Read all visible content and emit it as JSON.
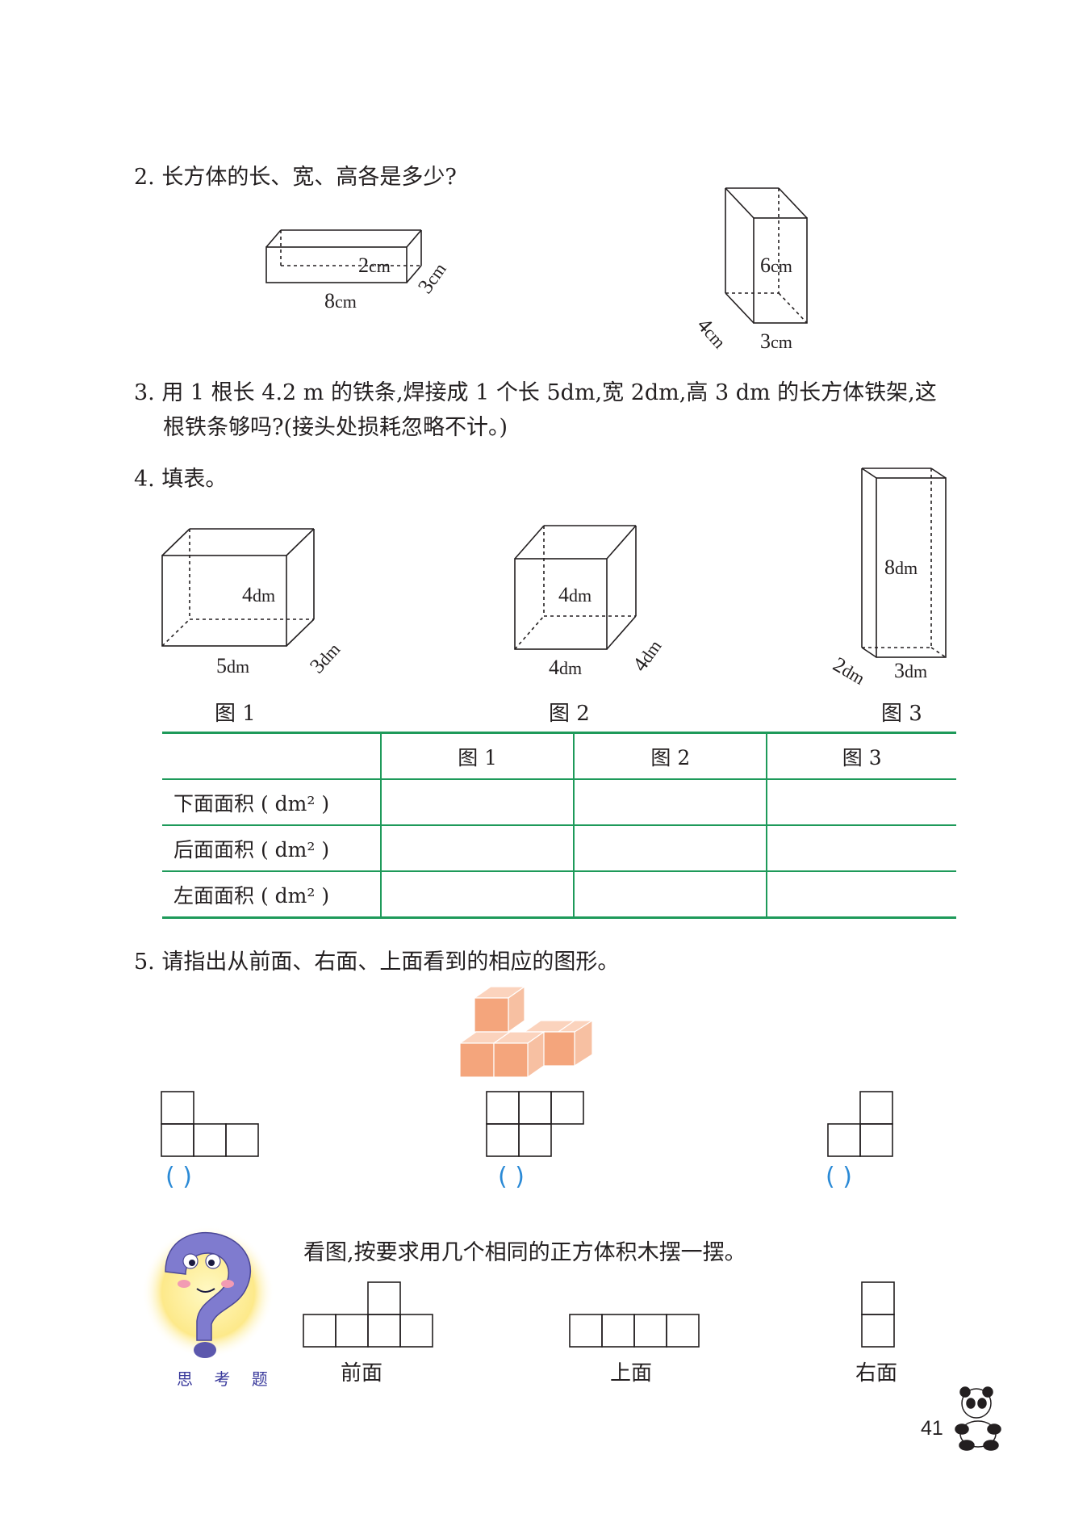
{
  "q2": {
    "text": "2. 长方体的长、宽、高各是多少?",
    "fig_a": {
      "height": "2",
      "height_unit": "cm",
      "length": "8",
      "length_unit": "cm",
      "width": "3",
      "width_unit": "cm"
    },
    "fig_b": {
      "height": "6",
      "height_unit": "cm",
      "width": "4",
      "width_unit": "cm",
      "length": "3",
      "length_unit": "cm"
    }
  },
  "q3": {
    "line1": "3. 用 1 根长 4.2 m 的铁条,焊接成 1 个长 5dm,宽 2dm,高 3 dm 的长方体铁架,这",
    "line2": "根铁条够吗?(接头处损耗忽略不计。)"
  },
  "q4": {
    "text": "4. 填表。",
    "fig1": {
      "height": "4",
      "length": "5",
      "width": "3",
      "unit": "dm",
      "caption": "图 1"
    },
    "fig2": {
      "height": "4",
      "length": "4",
      "width": "4",
      "unit": "dm",
      "caption": "图 2"
    },
    "fig3": {
      "height": "8",
      "width": "2",
      "length": "3",
      "unit": "dm",
      "caption": "图 3"
    },
    "table": {
      "columns": [
        "",
        "图 1",
        "图 2",
        "图 3"
      ],
      "rows": [
        {
          "label": "下面面积 ( dm² )",
          "cells": [
            "",
            "",
            ""
          ]
        },
        {
          "label": "后面面积 ( dm² )",
          "cells": [
            "",
            "",
            ""
          ]
        },
        {
          "label": "左面面积 ( dm² )",
          "cells": [
            "",
            "",
            ""
          ]
        }
      ]
    }
  },
  "q5": {
    "text": "5. 请指出从前面、右面、上面看到的相应的图形。",
    "answers": [
      "(      )",
      "(      )",
      "(      )"
    ]
  },
  "think": {
    "title": "思 考 题",
    "text": "看图,按要求用几个相同的正方体积木摆一摆。",
    "labels": [
      "前面",
      "上面",
      "右面"
    ]
  },
  "page_number": "41",
  "colors": {
    "table_line": "#1e9a5a",
    "answer_paren": "#2b8ad6",
    "cube_fill": "#f4a57c",
    "think_title": "#3a3a9c"
  }
}
